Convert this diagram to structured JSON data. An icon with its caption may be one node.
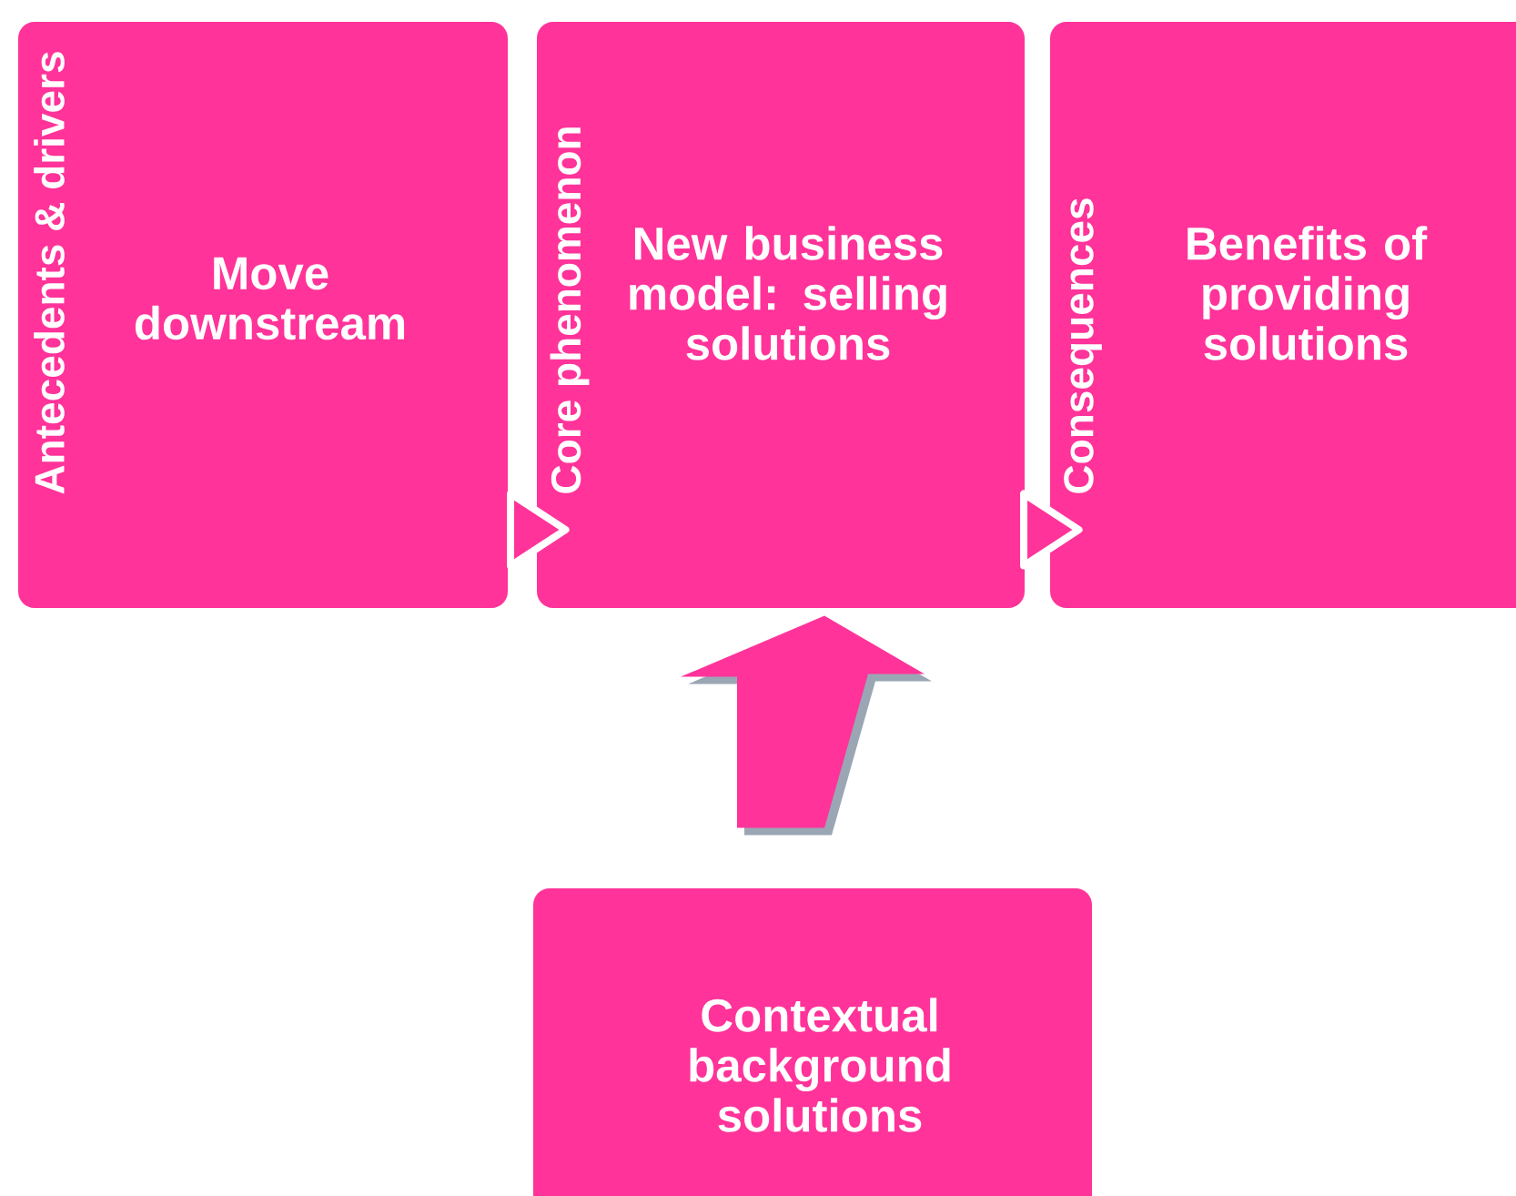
{
  "diagram": {
    "nodes": [
      {
        "text": [
          "Antecedents & drivers",
          "Move downstream"
        ]
      },
      {
        "text": [
          "Core phenomenon",
          "New business model: selling solutions"
        ]
      },
      {
        "text": [
          "Consequences",
          "Benefits of providing solutions"
        ]
      },
      {
        "text": [
          "Contextual background solutions"
        ]
      }
    ],
    "edges": [
      {
        "from": 0,
        "to": 1,
        "arrow": "to"
      },
      {
        "from": 1,
        "to": 2,
        "arrow": "to"
      },
      {
        "from": 3,
        "to": 1,
        "arrow": "to",
        "style": "thick"
      }
    ]
  }
}
